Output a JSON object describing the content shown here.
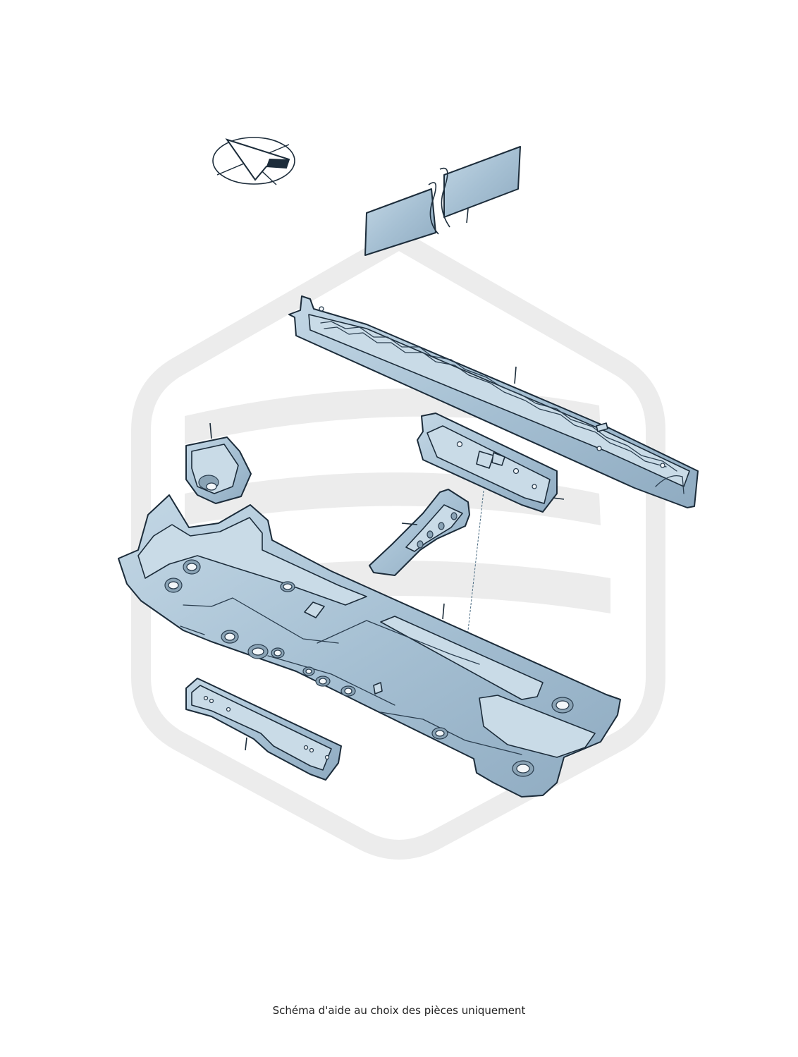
{
  "caption": "Schéma d'aide au choix des pièces uniquement",
  "watermark": {
    "color": "#ececec"
  },
  "colors": {
    "part_fill": "#a9c3d6",
    "part_outline": "#1c2c3a",
    "highlight": "#e6eff5"
  },
  "icons": {
    "orientation": "orientation-arrow-icon",
    "watermark": "hexagon-watermark-logo"
  },
  "parts": [
    {
      "name": "sealing-tape",
      "label": ""
    },
    {
      "name": "sill-panel",
      "label": ""
    },
    {
      "name": "wheel-housing-piece",
      "label": ""
    },
    {
      "name": "cross-member",
      "label": ""
    },
    {
      "name": "reinforcement-bracket",
      "label": ""
    },
    {
      "name": "floor-panel",
      "label": ""
    },
    {
      "name": "longitudinal-member",
      "label": ""
    }
  ]
}
